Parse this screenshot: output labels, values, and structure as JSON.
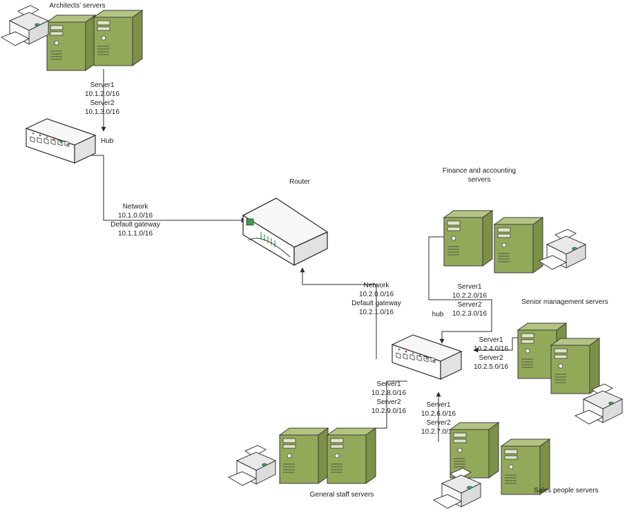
{
  "groups": {
    "architects": "Architects' servers",
    "finance_line1": "Finance and accounting",
    "finance_line2": "servers",
    "senior": "Senior management servers",
    "general": "General staff servers",
    "sales": "Sales people servers"
  },
  "devices": {
    "router": "Router",
    "hub_top": "Hub",
    "hub_bottom": "hub"
  },
  "network1": {
    "network_label": "Network",
    "network_addr": "10.1.0.0/16",
    "gateway_label": "Default gateway",
    "gateway_addr": "10.1.1.0/16"
  },
  "network2": {
    "network_label": "Network",
    "network_addr": "10.2.0.0/16",
    "gateway_label": "Default gateway",
    "gateway_addr": "10.2.1.0/16"
  },
  "architects_servers": {
    "s1": "Server1",
    "s1_addr": "10.1.2.0/16",
    "s2": "Server2",
    "s2_addr": "10.1.3.0/16"
  },
  "finance_servers": {
    "s1": "Server1",
    "s1_addr": "10.2.2.0/16",
    "s2": "Server2",
    "s2_addr": "10.2.3.0/16"
  },
  "senior_servers": {
    "s1": "Server1",
    "s1_addr": "10.2.4.0/16",
    "s2": "Server2",
    "s2_addr": "10.2.5.0/16"
  },
  "general_servers": {
    "s1": "Server1",
    "s1_addr": "10.2.8.0/16",
    "s2": "Server2",
    "s2_addr": "10.2.9.0/16"
  },
  "sales_servers": {
    "s1": "Server1",
    "s1_addr": "10.2.6.0/16",
    "s2": "Server2",
    "s2_addr": "10.2.7.0/16"
  },
  "colors": {
    "server_face": "#93a95a",
    "server_side": "#7d9146",
    "server_top": "#b3c482",
    "device_body": "#f2f2f2",
    "outline": "#2f2f2f",
    "port_green": "#3aa14a"
  }
}
